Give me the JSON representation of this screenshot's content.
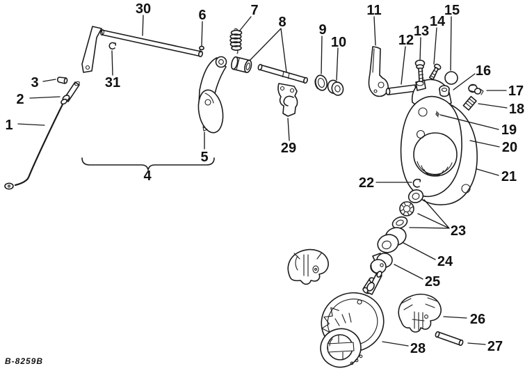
{
  "figure_code": "B-8259B",
  "diagram": {
    "type": "exploded-parts-diagram",
    "background": "#ffffff",
    "line_color": "#1b1b1b",
    "callout_count": 31
  },
  "callouts": [
    {
      "label": "1"
    },
    {
      "label": "2"
    },
    {
      "label": "3"
    },
    {
      "label": "4"
    },
    {
      "label": "5"
    },
    {
      "label": "6"
    },
    {
      "label": "7"
    },
    {
      "label": "8"
    },
    {
      "label": "9"
    },
    {
      "label": "10"
    },
    {
      "label": "11"
    },
    {
      "label": "12"
    },
    {
      "label": "13"
    },
    {
      "label": "14"
    },
    {
      "label": "15"
    },
    {
      "label": "16"
    },
    {
      "label": "17"
    },
    {
      "label": "18"
    },
    {
      "label": "19"
    },
    {
      "label": "20"
    },
    {
      "label": "21"
    },
    {
      "label": "22"
    },
    {
      "label": "23"
    },
    {
      "label": "24"
    },
    {
      "label": "25"
    },
    {
      "label": "26"
    },
    {
      "label": "27"
    },
    {
      "label": "28"
    },
    {
      "label": "29"
    },
    {
      "label": "30"
    },
    {
      "label": "31"
    }
  ]
}
